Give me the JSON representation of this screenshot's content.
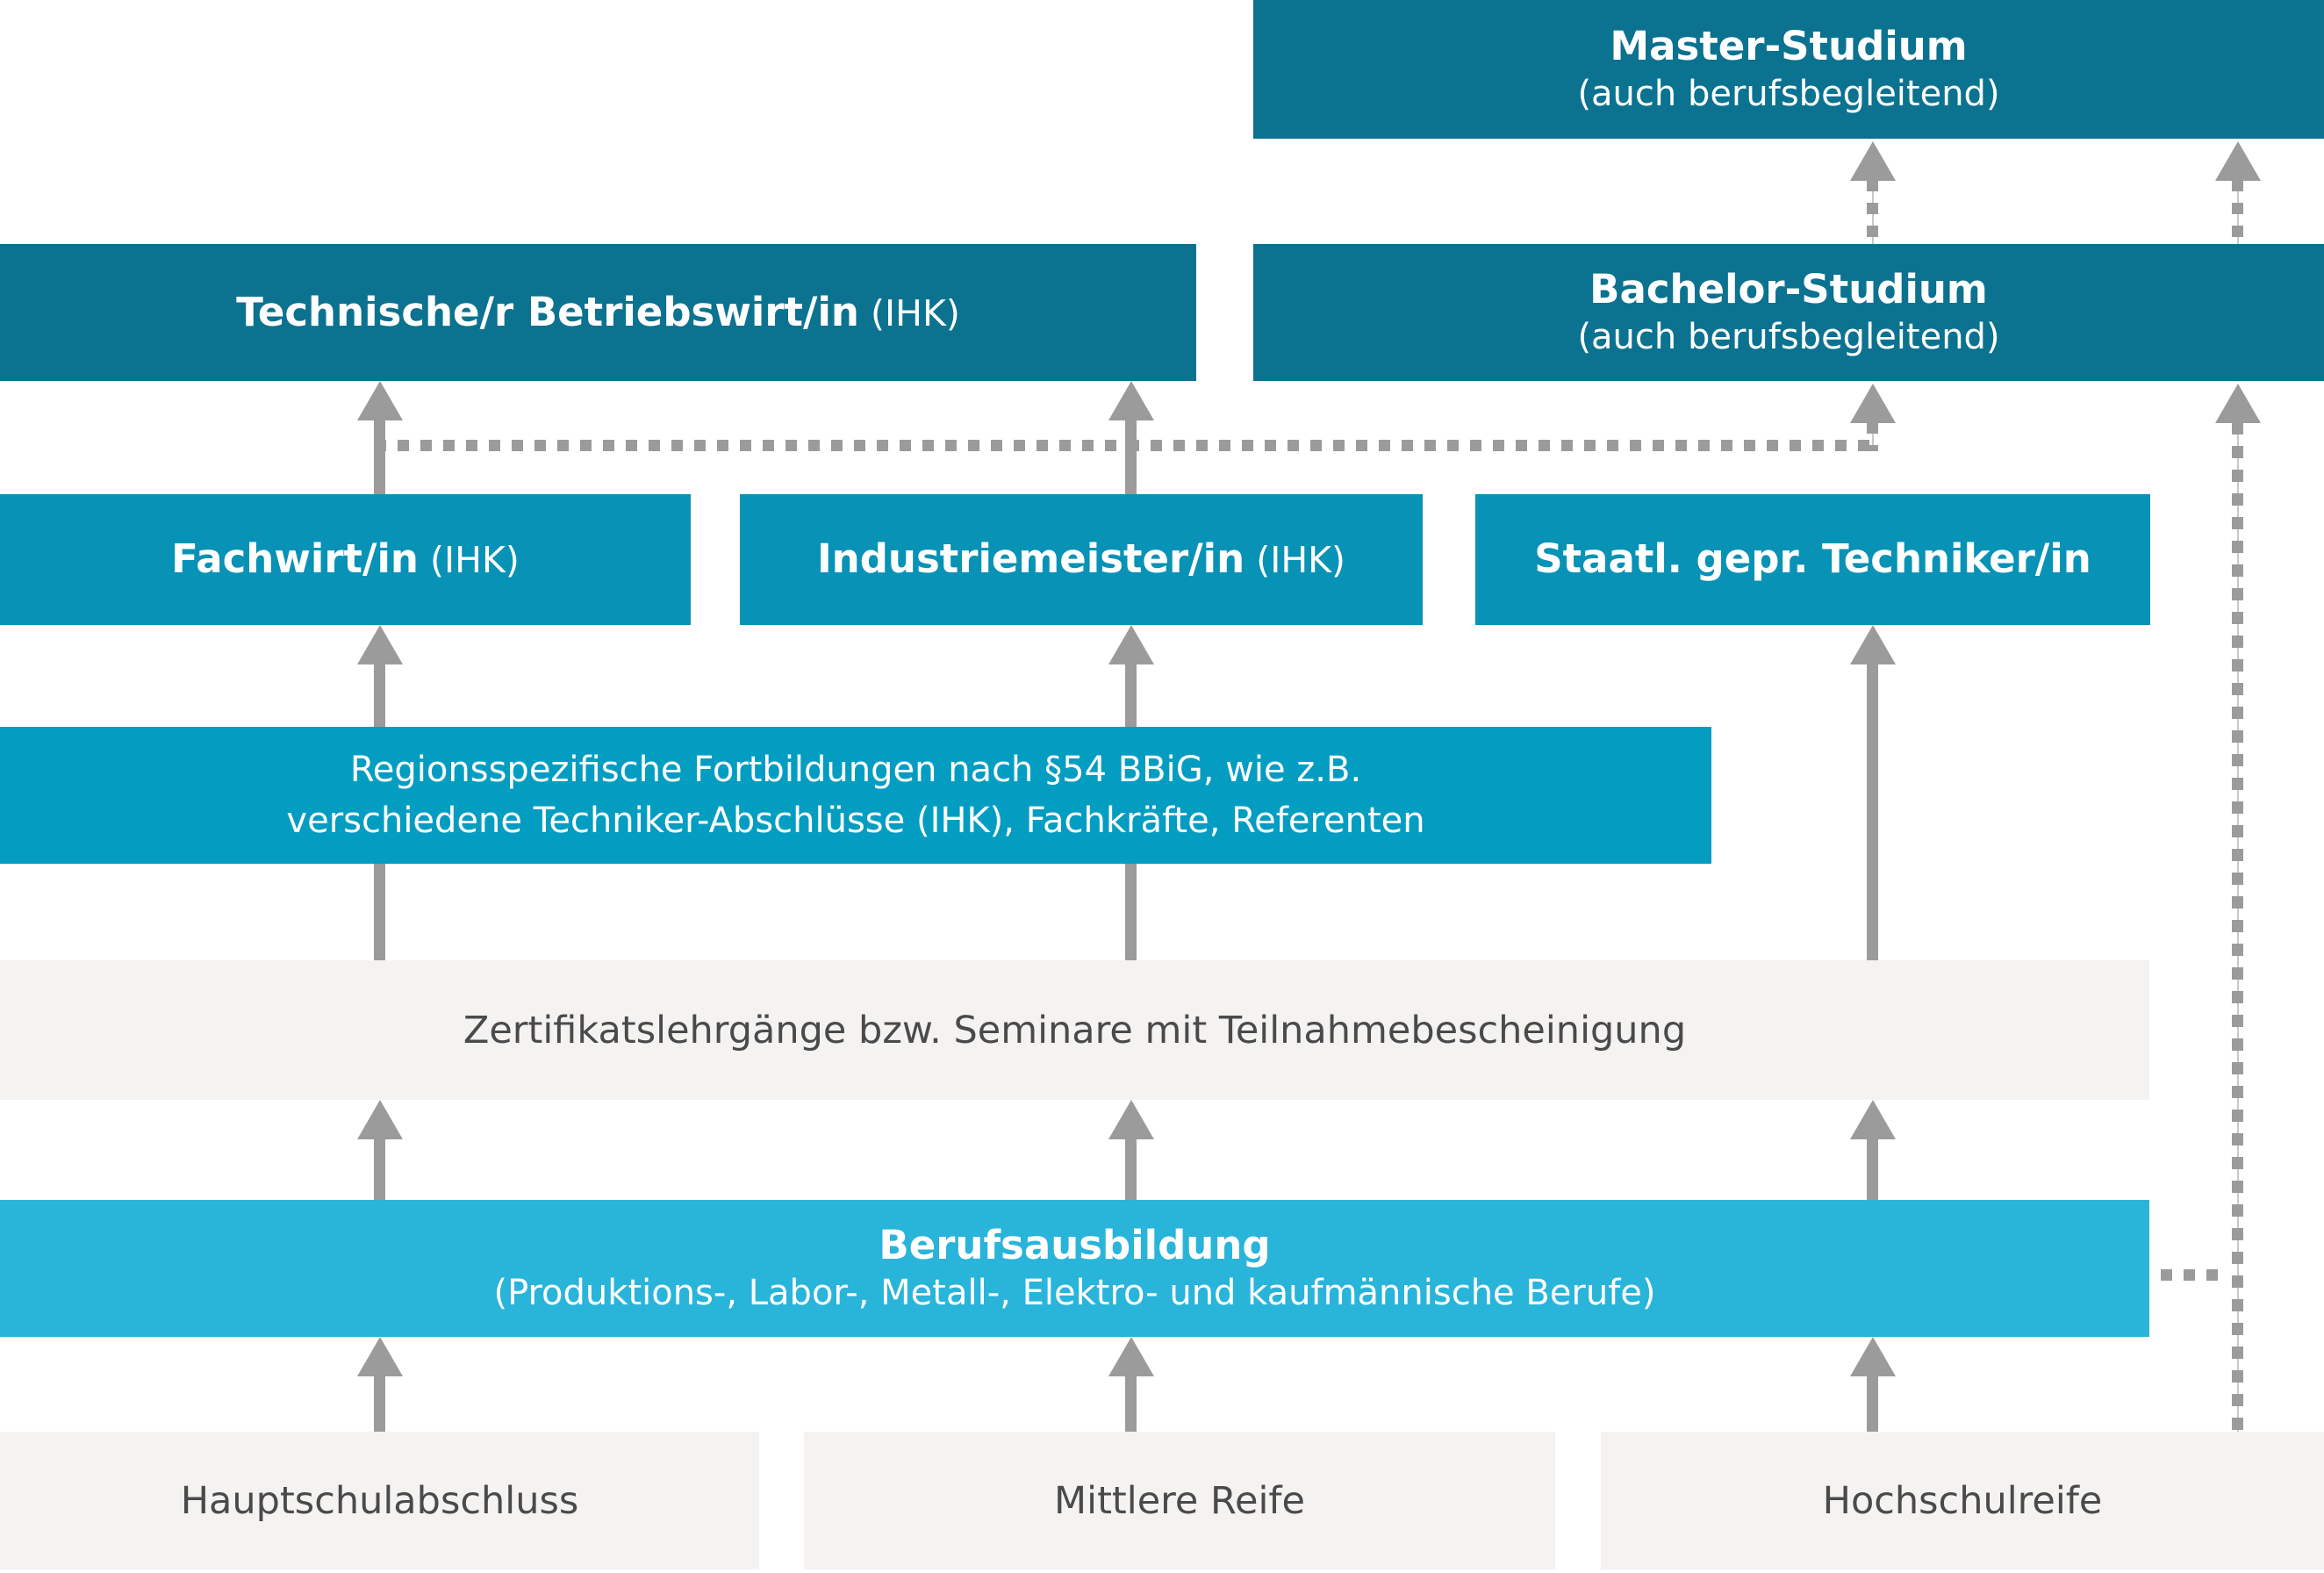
{
  "diagram": {
    "master": {
      "title": "Master-Studium",
      "subtitle": "(auch berufsbegleitend)"
    },
    "bachelor": {
      "title": "Bachelor-Studium",
      "subtitle": "(auch berufsbegleitend)"
    },
    "betriebswirt": {
      "title": "Technische/r Betriebswirt/in",
      "suffix": "(IHK)"
    },
    "fachwirt": {
      "title": "Fachwirt/in",
      "suffix": "(IHK)"
    },
    "industriemeister": {
      "title": "Industriemeister/in",
      "suffix": "(IHK)"
    },
    "techniker": {
      "title": "Staatl. gepr. Techniker/in"
    },
    "fortbildungen": {
      "line1": "Regionsspezifische Fortbildungen nach §54 BBiG, wie z.B.",
      "line2": "verschiedene Techniker-Abschlüsse (IHK), Fachkräfte, Referenten"
    },
    "zertifikate": {
      "title": "Zertifikatslehrgänge bzw. Seminare mit Teilnahmebescheinigung"
    },
    "berufsausbildung": {
      "title": "Berufsausbildung",
      "subtitle": "(Produktions-, Labor-, Metall-, Elektro- und kaufmännische Berufe)"
    },
    "hauptschulabschluss": {
      "title": "Hauptschulabschluss"
    },
    "mittlere_reife": {
      "title": "Mittlere Reife"
    },
    "hochschulreife": {
      "title": "Hochschulreife"
    }
  },
  "colors": {
    "dark_teal": "#0B7290",
    "teal": "#0892B6",
    "bright_teal": "#049DC2",
    "cyan": "#29B4DA",
    "light_gray": "#F4F3F2",
    "arrow_gray": "#9B9B9B",
    "thin_gray": "#C8C8C8",
    "text_dark": "#4A4A4A",
    "text_white": "#FFFFFF"
  }
}
